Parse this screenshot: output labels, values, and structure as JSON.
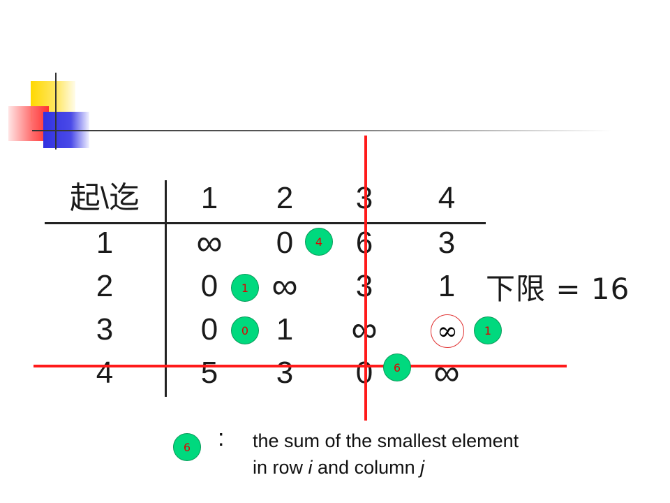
{
  "table": {
    "header": [
      "起\\迄",
      "1",
      "2",
      "3",
      "4"
    ],
    "rows": [
      [
        "1",
        "∞",
        "0",
        "6",
        "3"
      ],
      [
        "2",
        "0",
        "∞",
        "3",
        "1"
      ],
      [
        "3",
        "0",
        "1",
        "∞",
        "∞"
      ],
      [
        "4",
        "5",
        "3",
        "0",
        "∞"
      ]
    ]
  },
  "lower_bound": "下限 = 16",
  "badges": {
    "r1c2": "4",
    "r2c1": "1",
    "r3c1": "0",
    "r3c4": "1",
    "r4c3": "6",
    "legend": "6"
  },
  "circled_symbol": "∞",
  "legend": {
    "colon": ":",
    "line1": "the sum of the smallest element",
    "line2_prefix": "in row ",
    "line2_i": "i",
    "line2_mid": " and column ",
    "line2_j": "j"
  },
  "colors": {
    "cross_lines": "#ff1a1a",
    "badge_fill": "#00d97e",
    "badge_text": "#e00000"
  }
}
